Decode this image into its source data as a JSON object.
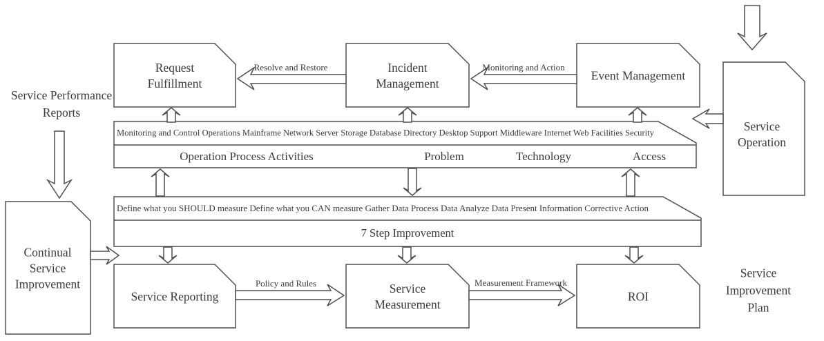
{
  "colors": {
    "line": "#4f4f4f",
    "text": "#3b3b3b",
    "background": "#ffffff"
  },
  "side": {
    "performance_reports": "Service Performance Reports",
    "improvement_plan": "Service Improvement Plan"
  },
  "boxes": {
    "request_fulfillment": "Request Fulfillment",
    "incident_management": "Incident Management",
    "event_management": "Event Management",
    "service_operation": "Service Operation",
    "continual_service_improvement": "Continual Service Improvement",
    "service_reporting": "Service Reporting",
    "service_measurement": "Service Measurement",
    "roi": "ROI"
  },
  "operation_band": {
    "detail": "Monitoring and Control Operations Mainframe Network Server Storage Database Directory Desktop Support Middleware Internet Web Facilities Security",
    "labels": [
      "Operation Process Activities",
      "Problem",
      "Technology",
      "Access"
    ]
  },
  "improvement_band": {
    "detail": "Define what you SHOULD measure Define what you CAN measure Gather Data Process Data Analyze Data Present Information Corrective Action",
    "title": "7 Step Improvement"
  },
  "arrows": {
    "resolve_and_restore": "Resolve and Restore",
    "monitoring_and_action": "Monitoring and Action",
    "policy_and_rules": "Policy and Rules",
    "measurement_framework": "Measurement Framework"
  }
}
